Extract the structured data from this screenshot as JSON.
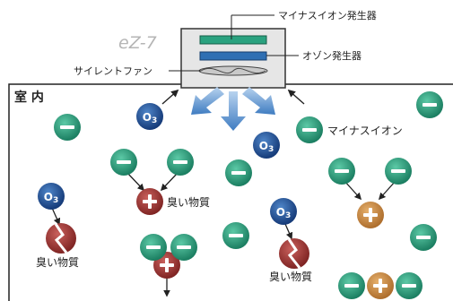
{
  "device": {
    "name": "eZ-7",
    "labels": {
      "minus_ion_generator": "マイナスイオン発生器",
      "ozone_generator": "オゾン発生器",
      "silent_fan": "サイレントファン"
    }
  },
  "room": {
    "label": "室 内"
  },
  "particles": {
    "ozone_symbol": "O3",
    "minus_ion_label": "マイナスイオン",
    "odor_label": "臭い物質"
  },
  "colors": {
    "minus_ion": "#2a9a7a",
    "ozone": "#1f4f93",
    "odor": "#a23a38",
    "plus_ion": "#c98a45",
    "airflow": "#4f86c6",
    "minus_plate": "#2aa27f",
    "ozone_plate": "#2f6fb3"
  }
}
